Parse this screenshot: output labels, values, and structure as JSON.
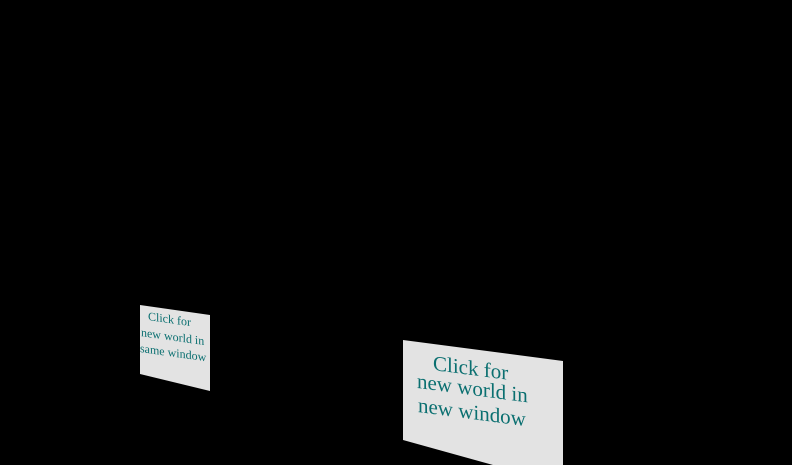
{
  "scene": {
    "background_color": "#000000",
    "panel_color": "#e3e3e3",
    "text_color": "#0a6f70",
    "same_window_link": {
      "lines": [
        "Click for",
        "new world in",
        "same window"
      ]
    },
    "new_window_link": {
      "lines": [
        "Click for",
        "new world in",
        "new window"
      ]
    }
  }
}
